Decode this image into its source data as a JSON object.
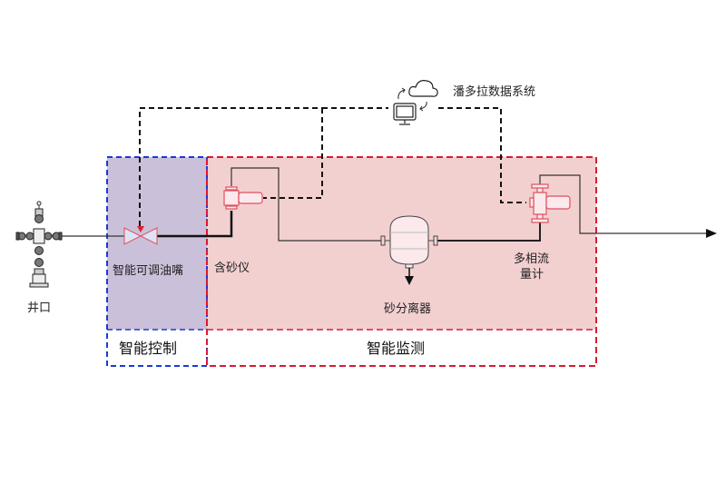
{
  "colors": {
    "control_fill": "#cbc0d9",
    "monitor_fill": "#f3d0d0",
    "control_border": "#1a3ad6",
    "monitor_border": "#d81a32",
    "equipment_red": "#e0505f",
    "equipment_light": "#fbe9ec",
    "pipe": "#333333",
    "signal": "#111111"
  },
  "labels": {
    "wellhead": "井口",
    "choke": "智能可调油嘴",
    "sand_meter": "含砂仪",
    "separator": "砂分离器",
    "flowmeter_line1": "多相流",
    "flowmeter_line2": "量计",
    "data_system": "潘多拉数据系统",
    "control_section": "智能控制",
    "monitor_section": "智能监测"
  },
  "icons": {
    "wellhead": "wellhead-christmas-tree-icon",
    "choke": "valve-icon",
    "sand_meter": "sand-meter-icon",
    "separator": "separator-vessel-icon",
    "flowmeter": "multiphase-flowmeter-icon",
    "computer": "computer-monitor-icon",
    "cloud": "cloud-icon"
  }
}
